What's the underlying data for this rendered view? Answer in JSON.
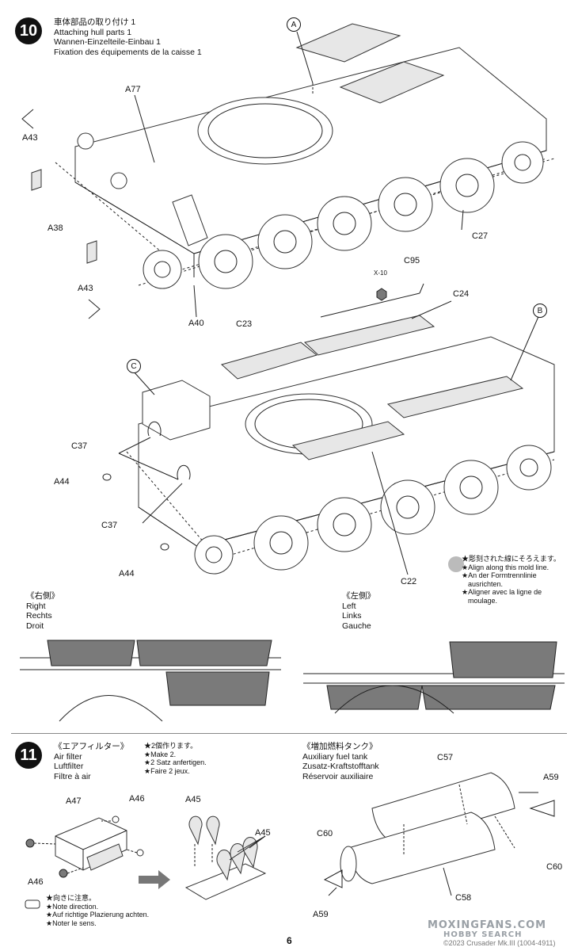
{
  "step10": {
    "number": "10",
    "title_jp": "車体部品の取り付け 1",
    "title_en": "Attaching hull parts 1",
    "title_de": "Wannen-Einzelteile-Einbau 1",
    "title_fr": "Fixation des équipements de la caisse 1",
    "callout_a": "A",
    "callout_b": "B",
    "callout_c": "C",
    "labels": {
      "a77": "A77",
      "a43_top": "A43",
      "a38": "A38",
      "a43_bottom": "A43",
      "a40": "A40",
      "c27": "C27",
      "c95": "C95",
      "x10": "X-10",
      "c24": "C24",
      "c23": "C23",
      "c37_top": "C37",
      "a44_top": "A44",
      "c37_bottom": "C37",
      "a44_bottom": "A44",
      "c22": "C22"
    },
    "mold_note": {
      "jp": "★彫刻された線にそろえます。",
      "en": "★Align along this mold line.",
      "de1": "★An der Formtrennlinie",
      "de2": "ausrichten.",
      "fr1": "★Aligner avec la ligne de",
      "fr2": "moulage."
    },
    "right_side": {
      "jp": "《右側》",
      "en": "Right",
      "de": "Rechts",
      "fr": "Droit"
    },
    "left_side": {
      "jp": "《左側》",
      "en": "Left",
      "de": "Links",
      "fr": "Gauche"
    }
  },
  "step11": {
    "number": "11",
    "air_filter": {
      "jp": "《エアフィルター》",
      "en": "Air filter",
      "de": "Luftfilter",
      "fr": "Filtre à air"
    },
    "make2": {
      "jp": "★2個作ります。",
      "en": "★Make 2.",
      "de": "★2 Satz anfertigen.",
      "fr": "★Faire 2 jeux."
    },
    "fuel_tank": {
      "jp": "《増加燃料タンク》",
      "en": "Auxiliary fuel tank",
      "de": "Zusatz-Kraftstofftank",
      "fr": "Réservoir auxiliaire"
    },
    "direction_note": {
      "jp": "★向きに注意。",
      "en": "★Note direction.",
      "de": "★Auf richtige Plazierung achten.",
      "fr": "★Noter le sens."
    },
    "labels": {
      "a47": "A47",
      "a46_top": "A46",
      "a46_bottom": "A46",
      "a45_top": "A45",
      "a45_right": "A45",
      "c57": "C57",
      "a59_top": "A59",
      "c60_left": "C60",
      "c60_right": "C60",
      "c58": "C58",
      "a59_bottom": "A59"
    }
  },
  "footer": {
    "page_number": "6",
    "copyright": "©2023 Crusader Mk.III (1004-4911)",
    "watermark": "MOXINGFANS.COM",
    "watermark2": "HOBBY SEARCH"
  }
}
